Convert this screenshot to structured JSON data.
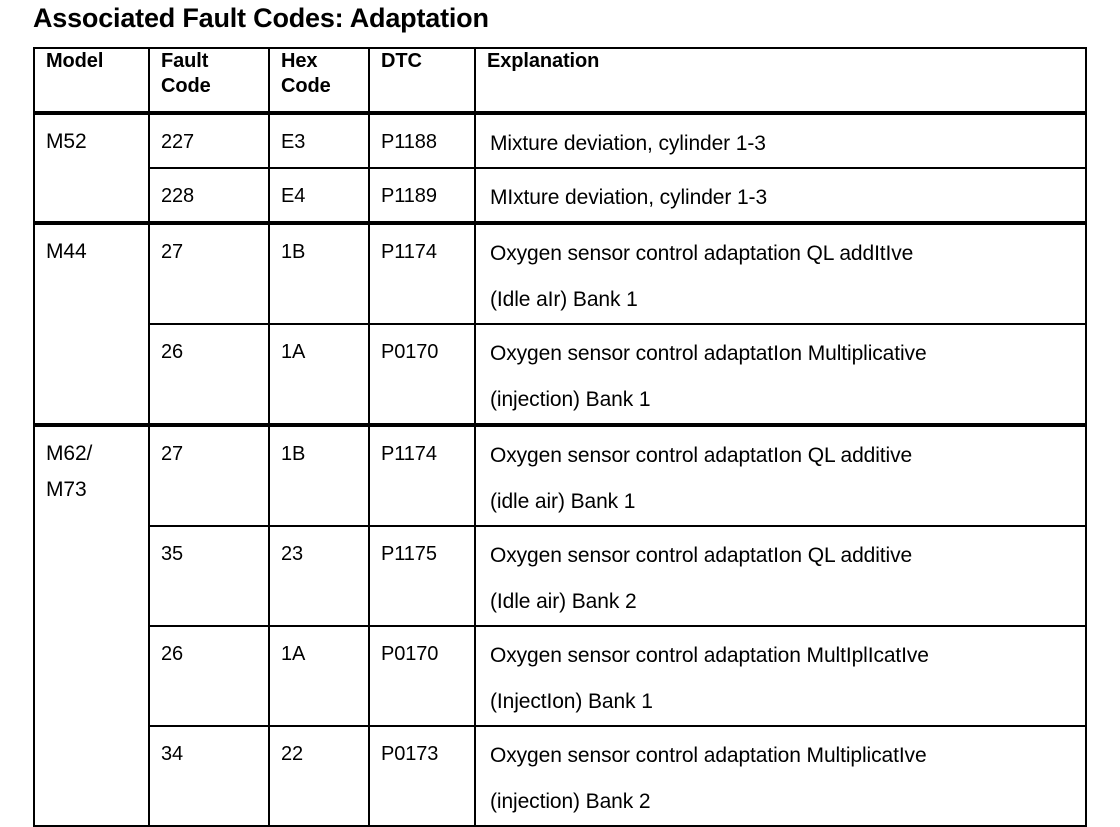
{
  "document": {
    "title": "Associated Fault Codes: Adaptation"
  },
  "table": {
    "columns": [
      {
        "key": "model",
        "label": "Model"
      },
      {
        "key": "fault_code",
        "label": "Fault\nCode"
      },
      {
        "key": "hex_code",
        "label": "Hex\nCode"
      },
      {
        "key": "dtc",
        "label": "DTC"
      },
      {
        "key": "explanation",
        "label": "Explanation"
      }
    ],
    "groups": [
      {
        "model": "M52",
        "rows": [
          {
            "fault_code": "227",
            "hex_code": "E3",
            "dtc": "P1188",
            "explanation": "Mixture deviation, cylinder 1-3"
          },
          {
            "fault_code": "228",
            "hex_code": "E4",
            "dtc": "P1189",
            "explanation": "MIxture deviation, cylinder 1-3"
          }
        ]
      },
      {
        "model": "M44",
        "rows": [
          {
            "fault_code": "27",
            "hex_code": "1B",
            "dtc": "P1174",
            "explanation": "Oxygen sensor control adaptation QL addItIve\n(Idle aIr) Bank 1"
          },
          {
            "fault_code": "26",
            "hex_code": "1A",
            "dtc": "P0170",
            "explanation": "Oxygen sensor control adaptatIon Multiplicative\n(injection) Bank 1"
          }
        ]
      },
      {
        "model": "M62/\nM73",
        "rows": [
          {
            "fault_code": "27",
            "hex_code": "1B",
            "dtc": "P1174",
            "explanation": "Oxygen sensor control adaptatIon QL additive\n(idle air) Bank 1"
          },
          {
            "fault_code": "35",
            "hex_code": "23",
            "dtc": "P1175",
            "explanation": "Oxygen sensor control adaptatIon QL additive\n(Idle air) Bank 2"
          },
          {
            "fault_code": "26",
            "hex_code": "1A",
            "dtc": "P0170",
            "explanation": "Oxygen sensor control adaptation MultIplIcatIve\n(InjectIon) Bank 1"
          },
          {
            "fault_code": "34",
            "hex_code": "22",
            "dtc": "P0173",
            "explanation": "Oxygen sensor control adaptation MultiplicatIve\n(injection) Bank 2"
          }
        ]
      }
    ]
  },
  "colors": {
    "background": "#ffffff",
    "text": "#000000",
    "border": "#000000"
  }
}
